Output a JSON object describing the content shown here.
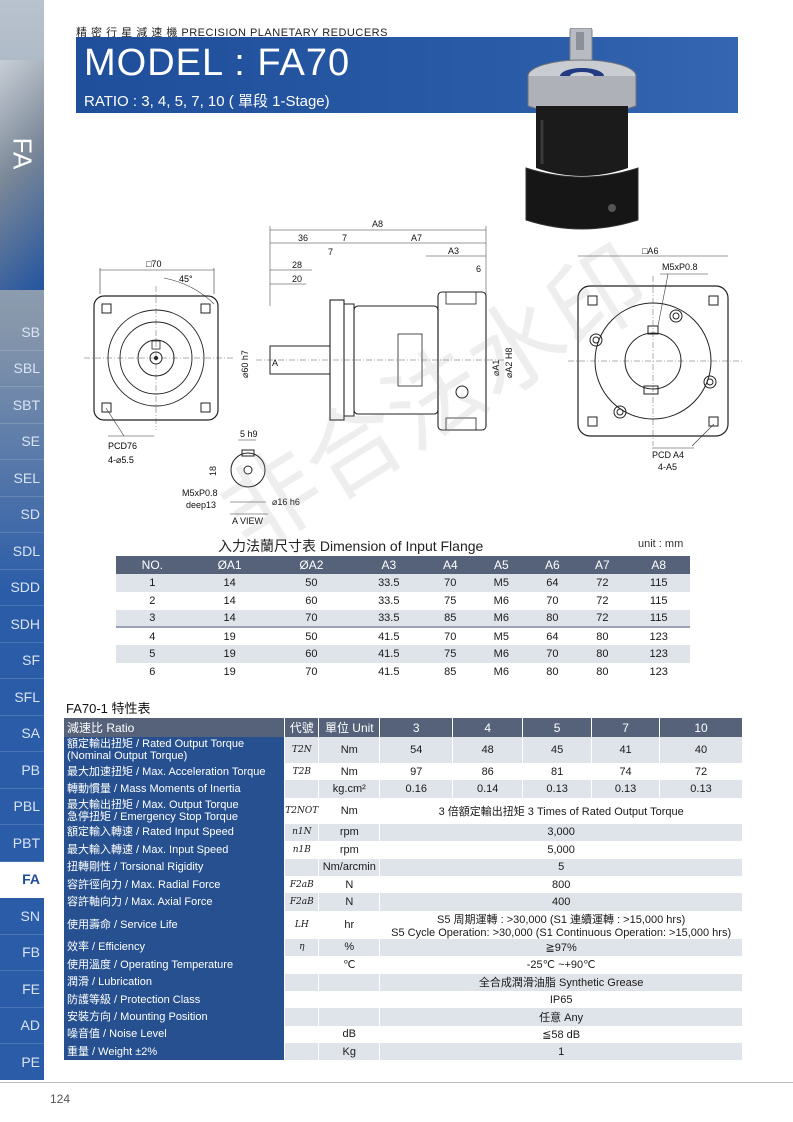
{
  "header": {
    "small": "精 密 行 星 減 速 機   PRECISION PLANETARY REDUCERS",
    "model": "MODEL : FA70",
    "ratio": "RATIO : 3, 4, 5, 7, 10 ( 單段 1-Stage)"
  },
  "sidebar": {
    "top_label": "FA",
    "items": [
      "SB",
      "SBL",
      "SBT",
      "SE",
      "SEL",
      "SD",
      "SDL",
      "SDD",
      "SDH",
      "SF",
      "SFL",
      "SA",
      "PB",
      "PBL",
      "PBT",
      "FA",
      "SN",
      "FB",
      "FE",
      "AD",
      "PE"
    ],
    "active": "FA"
  },
  "drawing": {
    "front": {
      "square": "□70",
      "angle": "45°",
      "pcd": "PCD76",
      "holes": "4-⌀5.5"
    },
    "side": {
      "a8": "A8",
      "d36": "36",
      "d7a": "7",
      "d7b": "7",
      "a7": "A7",
      "a3": "A3",
      "d28": "28",
      "d20": "20",
      "d6": "6",
      "a": "A",
      "phi60": "⌀60 h7",
      "phiA1": "⌀A1",
      "phiA2": "⌀A2 H8"
    },
    "aview": {
      "key": "5 h9",
      "d18": "18",
      "thread": "M5xP0.8",
      "deep": "deep13",
      "phi16": "⌀16 h6",
      "label": "A VIEW"
    },
    "flange": {
      "square": "□A6",
      "thread": "M5xP0.8",
      "pcd": "PCD A4",
      "holes": "4-A5"
    }
  },
  "watermark": "非合法水印",
  "dimension": {
    "title": "入力法蘭尺寸表  Dimension of Input Flange",
    "unit": "unit : mm",
    "headers": [
      "NO.",
      "ØA1",
      "ØA2",
      "A3",
      "A4",
      "A5",
      "A6",
      "A7",
      "A8"
    ],
    "rows": [
      [
        "1",
        "14",
        "50",
        "33.5",
        "70",
        "M5",
        "64",
        "72",
        "115"
      ],
      [
        "2",
        "14",
        "60",
        "33.5",
        "75",
        "M6",
        "70",
        "72",
        "115"
      ],
      [
        "3",
        "14",
        "70",
        "33.5",
        "85",
        "M6",
        "80",
        "72",
        "115"
      ],
      [
        "4",
        "19",
        "50",
        "41.5",
        "70",
        "M5",
        "64",
        "80",
        "123"
      ],
      [
        "5",
        "19",
        "60",
        "41.5",
        "75",
        "M6",
        "70",
        "80",
        "123"
      ],
      [
        "6",
        "19",
        "70",
        "41.5",
        "85",
        "M6",
        "80",
        "80",
        "123"
      ]
    ]
  },
  "spec": {
    "title": "FA70-1 特性表",
    "headers": [
      "減速比 Ratio",
      "代號",
      "單位 Unit",
      "3",
      "4",
      "5",
      "7",
      "10"
    ],
    "rows": [
      {
        "label": "額定輸出扭矩 / Rated Output Torque\n(Nominal Output Torque)",
        "code": "T2N",
        "unit": "Nm",
        "values": [
          "54",
          "48",
          "45",
          "41",
          "40"
        ]
      },
      {
        "label": "最大加速扭矩 / Max. Acceleration Torque",
        "code": "T2B",
        "unit": "Nm",
        "values": [
          "97",
          "86",
          "81",
          "74",
          "72"
        ]
      },
      {
        "label": "轉動慣量 / Mass Moments of Inertia",
        "code": "",
        "unit": "kg.cm²",
        "values": [
          "0.16",
          "0.14",
          "0.13",
          "0.13",
          "0.13"
        ]
      },
      {
        "label": "最大輸出扭矩 / Max. Output Torque\n急停扭矩 / Emergency Stop Torque",
        "code": "T2NOT",
        "unit": "Nm",
        "span": "3 倍額定輸出扭矩 3 Times of Rated Output Torque"
      },
      {
        "label": "額定輸入轉速 / Rated Input Speed",
        "code": "n1N",
        "unit": "rpm",
        "span": "3,000"
      },
      {
        "label": "最大輸入轉速 / Max. Input Speed",
        "code": "n1B",
        "unit": "rpm",
        "span": "5,000"
      },
      {
        "label": "扭轉剛性 / Torsional Rigidity",
        "code": "",
        "unit": "Nm/arcmin",
        "span": "5"
      },
      {
        "label": "容許徑向力 / Max. Radial Force",
        "code": "F2aB",
        "unit": "N",
        "span": "800"
      },
      {
        "label": "容許軸向力 / Max. Axial Force",
        "code": "F2aB",
        "unit": "N",
        "span": "400"
      },
      {
        "label": "使用壽命 / Service Life",
        "code": "LH",
        "unit": "hr",
        "span": "S5 周期運轉 : >30,000 (S1 連續運轉 : >15,000 hrs)\nS5 Cycle Operation: >30,000 (S1 Continuous Operation: >15,000 hrs)"
      },
      {
        "label": "效率 / Efficiency",
        "code": "η",
        "unit": "%",
        "span": "≧97%"
      },
      {
        "label": "使用溫度 / Operating Temperature",
        "code": "",
        "unit": "℃",
        "span": "-25℃ ~+90℃"
      },
      {
        "label": "潤滑 / Lubrication",
        "code": "",
        "unit": "",
        "span": "全合成潤滑油脂 Synthetic Grease"
      },
      {
        "label": "防護等級 / Protection Class",
        "code": "",
        "unit": "",
        "span": "IP65"
      },
      {
        "label": "安裝方向 / Mounting Position",
        "code": "",
        "unit": "",
        "span": "任意 Any"
      },
      {
        "label": "噪音值 / Noise Level",
        "code": "",
        "unit": "dB",
        "span": "≦58 dB"
      },
      {
        "label": "重量 / Weight ±2%",
        "code": "",
        "unit": "Kg",
        "span": "1"
      }
    ]
  },
  "page_number": "124"
}
